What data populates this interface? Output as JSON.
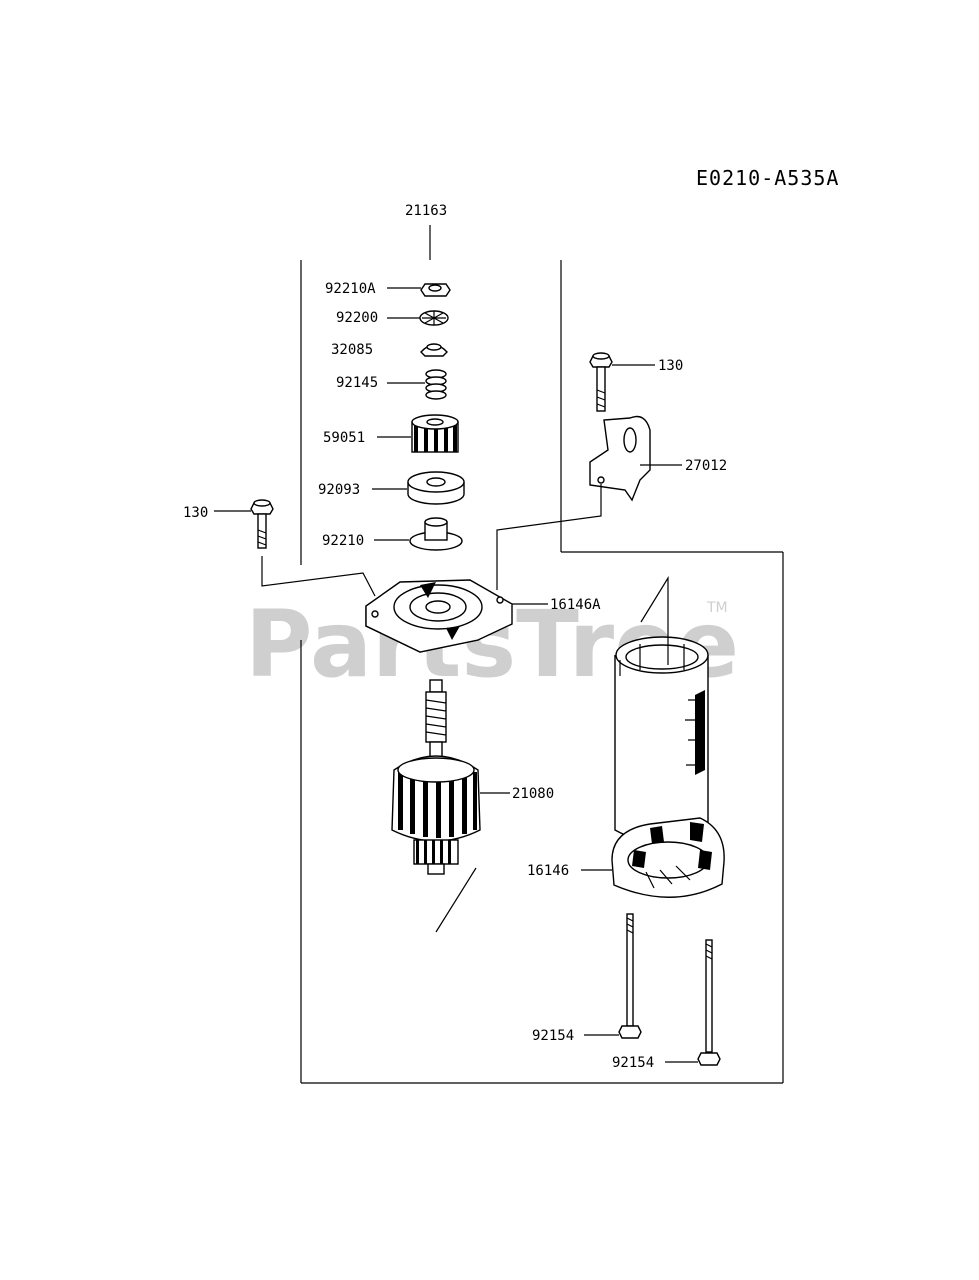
{
  "diagram_code": "E0210-A535A",
  "watermark": {
    "text": "PartsTree",
    "trademark": "TM"
  },
  "labels": {
    "p21163": "21163",
    "p92210A": "92210A",
    "p92200": "92200",
    "p32085": "32085",
    "p92145": "92145",
    "p59051": "59051",
    "p92093": "92093",
    "p92210": "92210",
    "p130_left": "130",
    "p130_right": "130",
    "p27012": "27012",
    "p16146A": "16146A",
    "p21080": "21080",
    "p16146": "16146",
    "p92154_a": "92154",
    "p92154_b": "92154"
  }
}
